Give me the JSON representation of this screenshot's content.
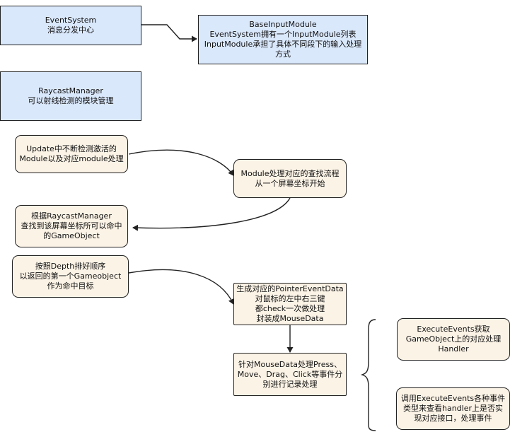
{
  "nodes": {
    "event_system": "EventSystem\n消息分发中心",
    "base_input_module": "BaseInputModule\nEventSystem拥有一个InputModule列表\nInputModule承担了具体不同段下的输入处理\n方式",
    "raycast_manager": "RaycastManager\n可以射线检测的模块管理",
    "update_check": "Update中不断检测激活的\nModule以及对应module处理",
    "module_lookup": "Module处理对应的查找流程\n从一个屏幕坐标开始",
    "raycast_query": "根据RaycastManager\n查找到该屏幕坐标所可以命中\n的GameObject",
    "depth_sort": "按照Depth排好顺序\n以返回的第一个Gameobject\n作为命中目标",
    "pointer_event": "生成对应的PointerEventData\n对鼠标的左中右三键\n都check一次做处理\n封装成MouseData",
    "mouse_data": "针对MouseData处理Press、\nMove、Drag、Click等事件分\n别进行记录处理",
    "execute_events_get": "ExecuteEvents获取\nGameObject上的对应处理\nHandler",
    "execute_events_call": "调用ExecuteEvents各种事件\n类型来查看handler上是否实\n现对应接口，处理事件"
  },
  "colors": {
    "blue_fill": "#dae8fc",
    "cream_fill": "#fbf3e6",
    "stroke": "#222222"
  }
}
